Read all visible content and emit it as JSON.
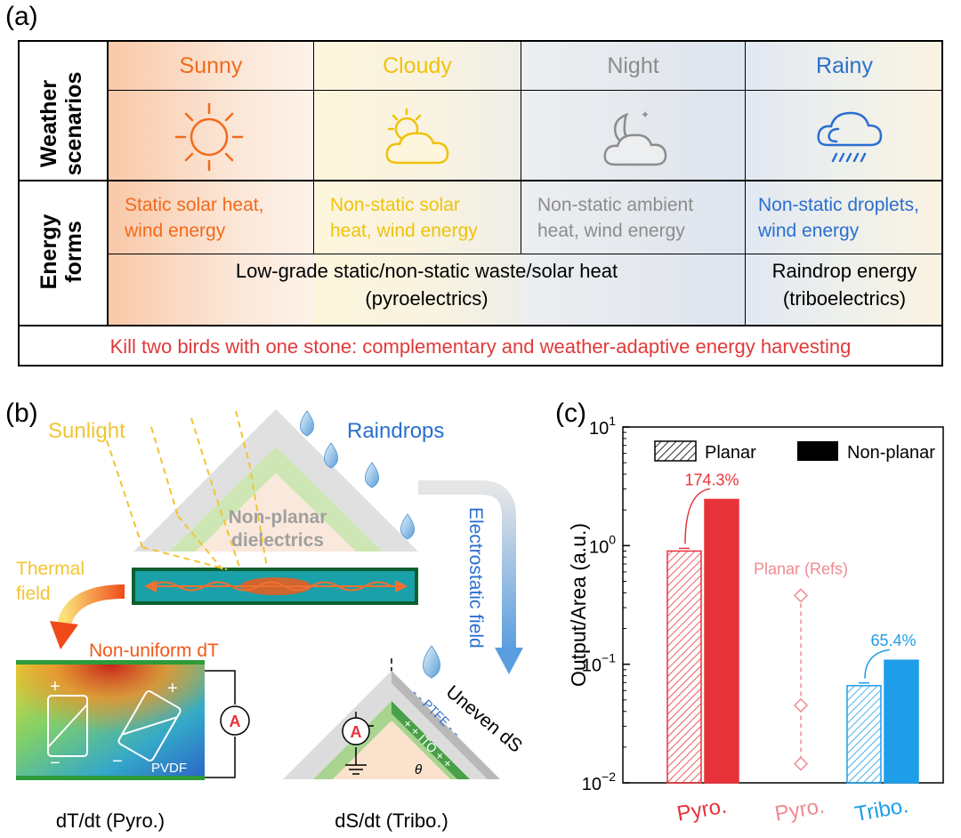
{
  "panels": {
    "a": "(a)",
    "b": "(b)",
    "c": "(c)"
  },
  "table": {
    "row_labels": {
      "weather": [
        "Weather",
        "scenarios"
      ],
      "energy": [
        "Energy",
        "forms"
      ]
    },
    "scenarios": [
      {
        "name": "Sunny",
        "color": "#f26a1b",
        "icon": "sun-icon",
        "energy": [
          "Static solar heat,",
          "wind energy"
        ]
      },
      {
        "name": "Cloudy",
        "color": "#f0c20c",
        "icon": "sun-behind-cloud-icon",
        "energy": [
          "Non-static solar",
          "heat, wind energy"
        ]
      },
      {
        "name": "Night",
        "color": "#8c8c8c",
        "icon": "moon-cloud-icon",
        "energy": [
          "Non-static ambient",
          "heat, wind energy"
        ]
      },
      {
        "name": "Rainy",
        "color": "#2a6fd0",
        "icon": "rain-cloud-icon",
        "energy": [
          "Non-static droplets,",
          "wind energy"
        ]
      }
    ],
    "pyro_energy": [
      "Low-grade static/non-static waste/solar heat",
      "(pyroelectrics)"
    ],
    "tribo_energy": [
      "Raindrop energy",
      "(triboelectrics)"
    ],
    "footer": "Kill two birds with one stone: complementary and weather-adaptive energy harvesting",
    "footer_color": "#e03a3a"
  },
  "diagram": {
    "sunlight": "Sunlight",
    "raindrops": "Raindrops",
    "dielectrics": [
      "Non-planar",
      "dielectrics"
    ],
    "thermal_field": [
      "Thermal",
      "field"
    ],
    "electrostatic_field": "Electrostatic field",
    "non_uniform": "Non-uniform dT",
    "pvdf": "PVDF",
    "ammeter": "A",
    "ptfe": "- - PTFE - -",
    "ito": "+ + ITO + +",
    "uneven": "Uneven dS",
    "theta": "θ",
    "caption_pyro": "dT/dt (Pyro.)",
    "caption_tribo": "dS/dt (Tribo.)",
    "plus": "+",
    "minus": "−"
  },
  "chart_data": {
    "type": "bar",
    "ylabel": "Output/Area (a.u.)",
    "yscale": "log",
    "ylim": [
      0.01,
      10
    ],
    "yticks": [
      "10^-2",
      "10^-1",
      "10^0",
      "10^1"
    ],
    "categories": [
      "Pyro.",
      "Pyro.",
      "Tribo."
    ],
    "category_colors": [
      "#e8323a",
      "#f08a90",
      "#1e9ee8"
    ],
    "series": [
      {
        "name": "Planar",
        "values": [
          0.9,
          null,
          0.066
        ]
      },
      {
        "name": "Non-planar",
        "values": [
          2.45,
          null,
          0.108
        ]
      }
    ],
    "refs": {
      "name": "Planar (Refs)",
      "values": [
        0.38,
        0.045,
        0.0145
      ]
    },
    "annotations": [
      "174.3%",
      "65.4%"
    ],
    "legend": [
      "Planar",
      "Non-planar"
    ],
    "legend_position": "top"
  }
}
